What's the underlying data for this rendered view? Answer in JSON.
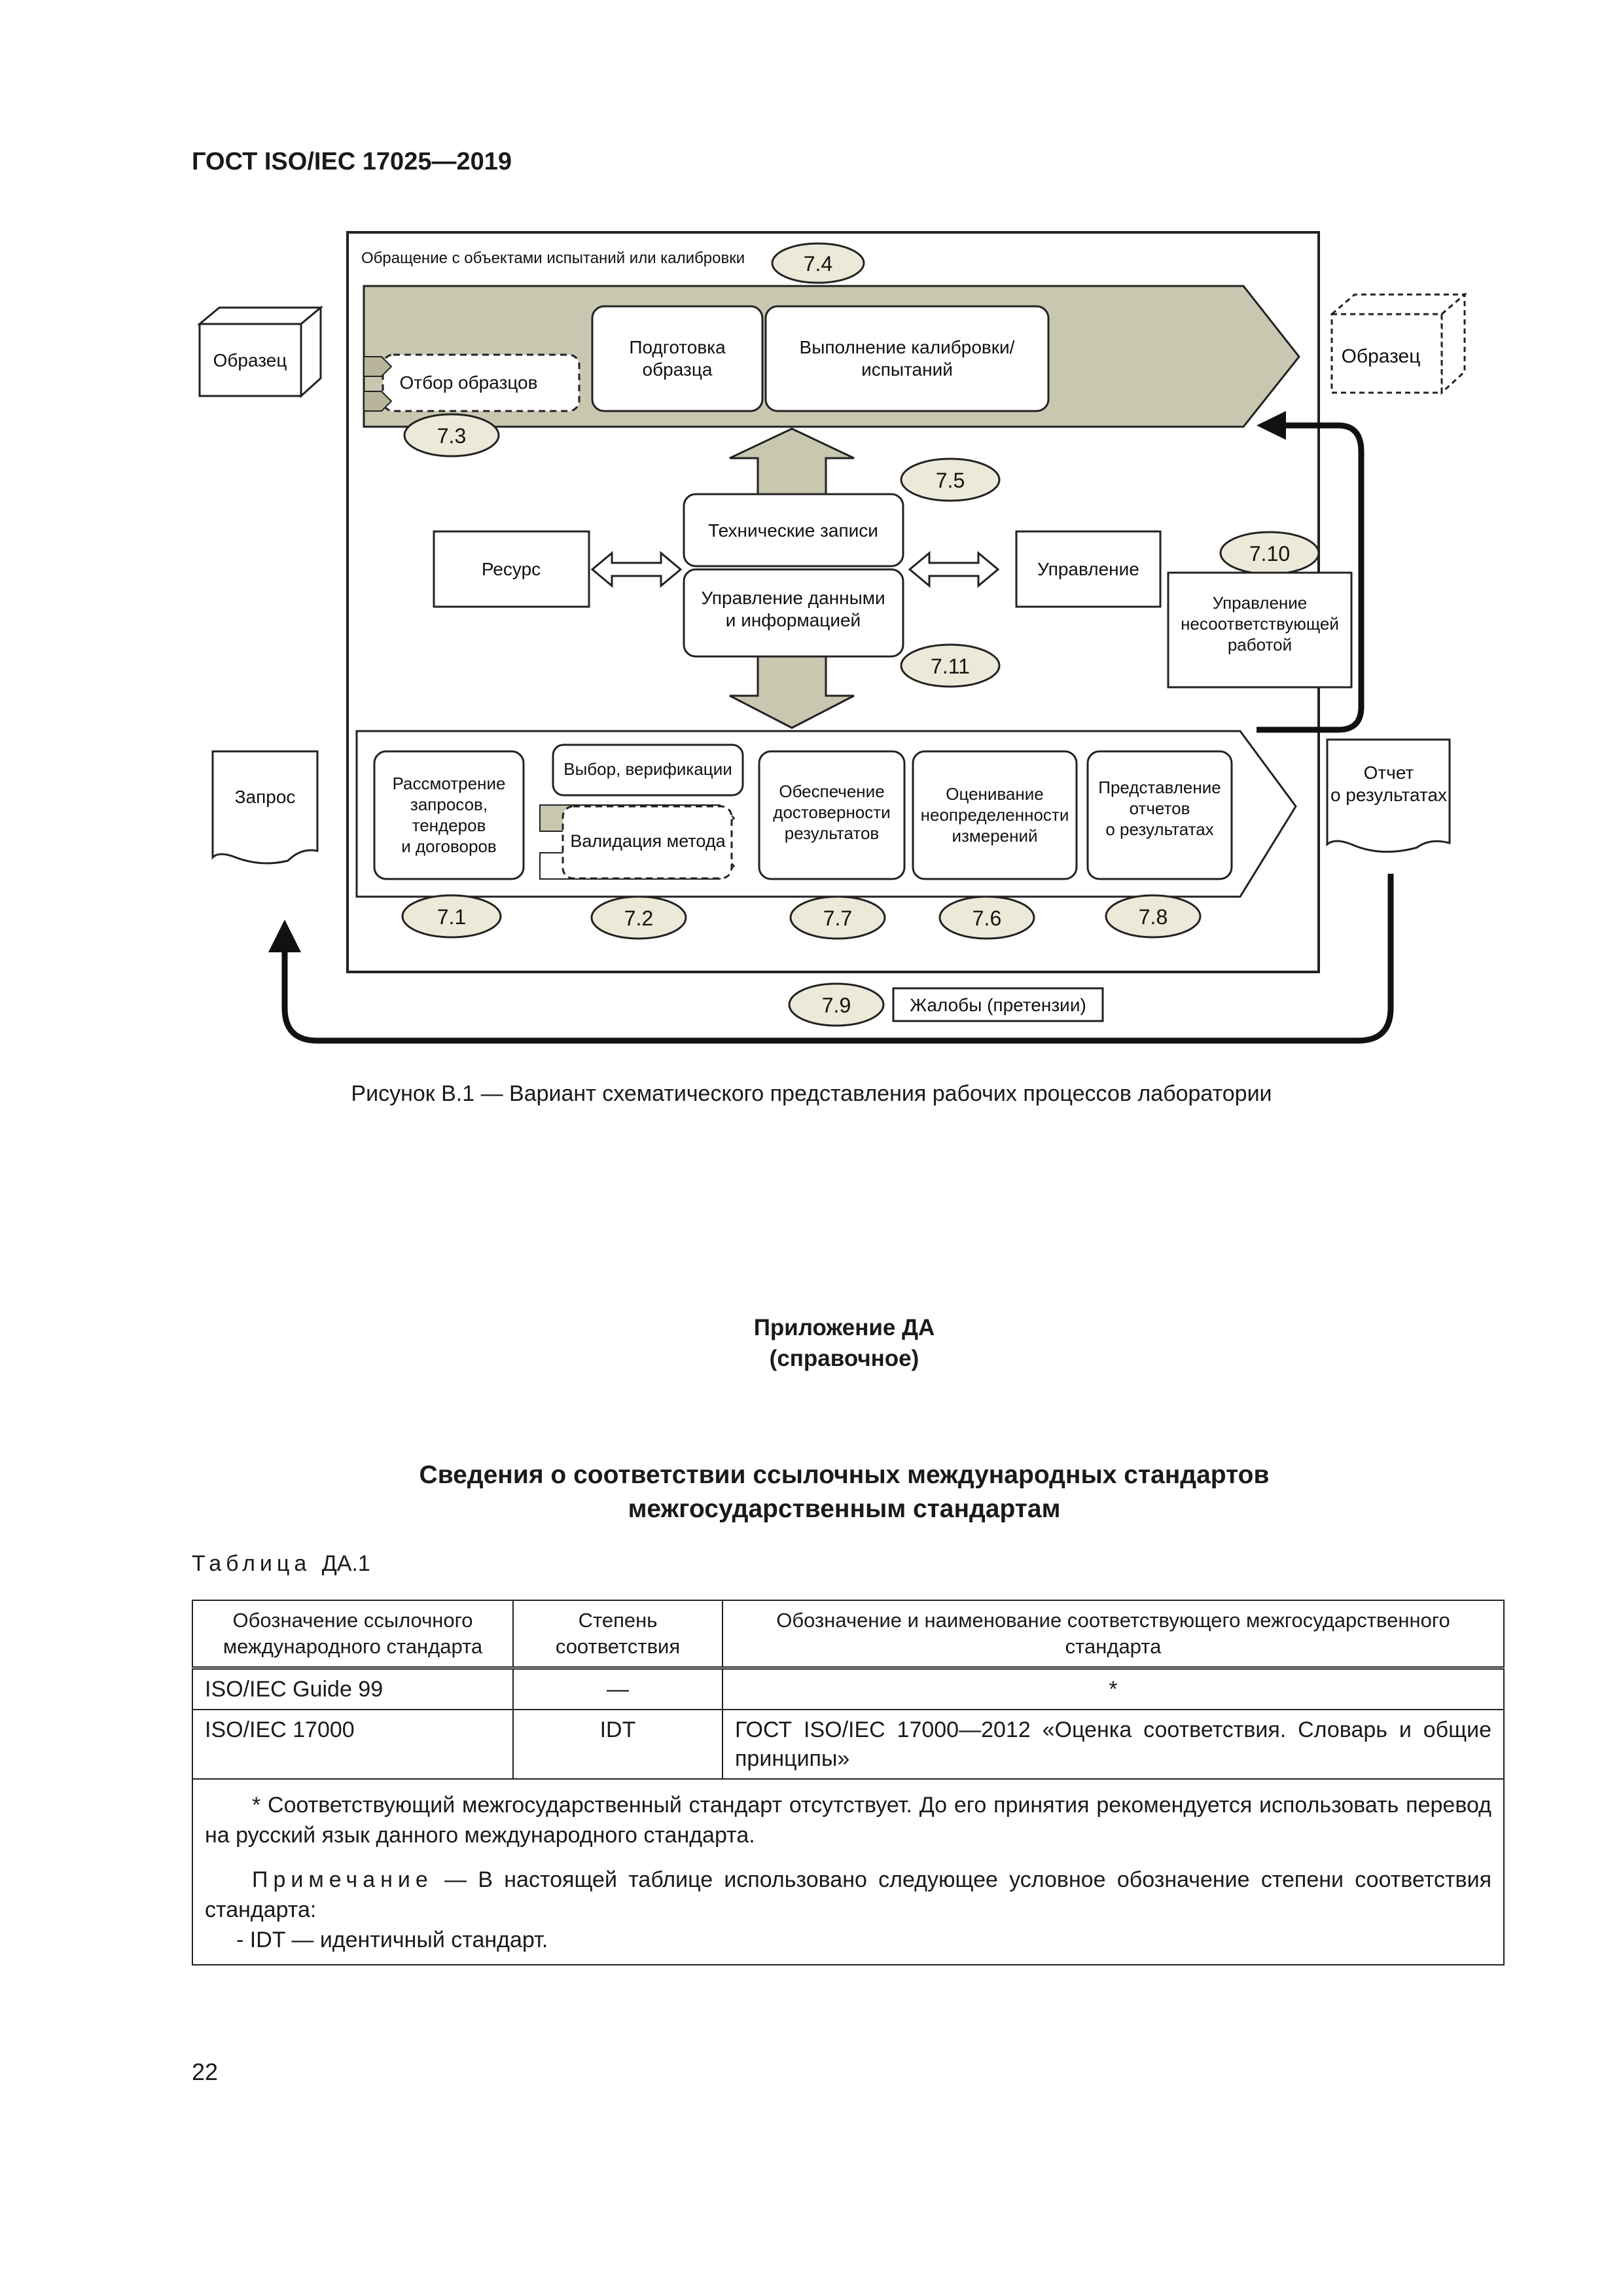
{
  "header": {
    "doc_code": "ГОСТ ISO/IEC 17025—2019"
  },
  "figure": {
    "top_banner": "Обращение с объектами испытаний или калибровки",
    "badges": {
      "b74": "7.4",
      "b73": "7.3",
      "b75": "7.5",
      "b710": "7.10",
      "b711": "7.11",
      "b71": "7.1",
      "b72": "7.2",
      "b77": "7.7",
      "b76": "7.6",
      "b78": "7.8",
      "b79": "7.9"
    },
    "sample_in": "Образец",
    "sample_out": "Образец",
    "sampling": "Отбор образцов",
    "prep": [
      "Подготовка",
      "образца"
    ],
    "execution": [
      "Выполнение калибровки/",
      "испытаний"
    ],
    "resource": "Ресурс",
    "tech_records": "Технические записи",
    "data_mgmt": [
      "Управление данными",
      "и информацией"
    ],
    "management": "Управление",
    "nonconforming": [
      "Управление",
      "несоответствующей",
      "работой"
    ],
    "request": "Запрос",
    "review": [
      "Рассмотрение",
      "запросов,",
      "тендеров",
      "и договоров"
    ],
    "selection": "Выбор, верификации",
    "validation": "Валидация метода",
    "assurance": [
      "Обеспечение",
      "достоверности",
      "результатов"
    ],
    "uncertainty": [
      "Оценивание",
      "неопределенности",
      "измерений"
    ],
    "reporting": [
      "Представление",
      "отчетов",
      "о результатах"
    ],
    "report": [
      "Отчет",
      "о результатах"
    ],
    "complaints": "Жалобы (претензии)"
  },
  "caption": "Рисунок В.1 — Вариант схематического представления рабочих процессов лаборатории",
  "annex": {
    "title": "Приложение ДА",
    "subtitle": "(справочное)"
  },
  "section_title": [
    "Сведения о соответствии ссылочных международных стандартов",
    "межгосударственным стандартам"
  ],
  "table": {
    "label_word": "Таблица",
    "label_num": "ДА.1",
    "headers": [
      "Обозначение ссылочного международного стандарта",
      "Степень соответствия",
      "Обозначение и наименование соответствующего межгосударственного стандарта"
    ],
    "rows": [
      [
        "ISO/IEC Guide 99",
        "—",
        "*"
      ],
      [
        "ISO/IEC 17000",
        "IDT",
        "ГОСТ ISO/IEC 17000—2012 «Оценка соответствия. Словарь и общие принципы»"
      ]
    ],
    "footnote": "* Соответствующий межгосударственный стандарт отсутствует. До его принятия рекомендуется использовать перевод на русский язык данного международного стандарта.",
    "note_word": "Примечание",
    "note_text": " — В настоящей таблице использовано следующее условное обозначение степени соответствия стандарта:",
    "note_item": "-  IDT — идентичный стандарт."
  },
  "page_number": "22",
  "colors": {
    "olive": "#c9c7b0",
    "olive_dark": "#b8b59a",
    "border": "#222222"
  }
}
